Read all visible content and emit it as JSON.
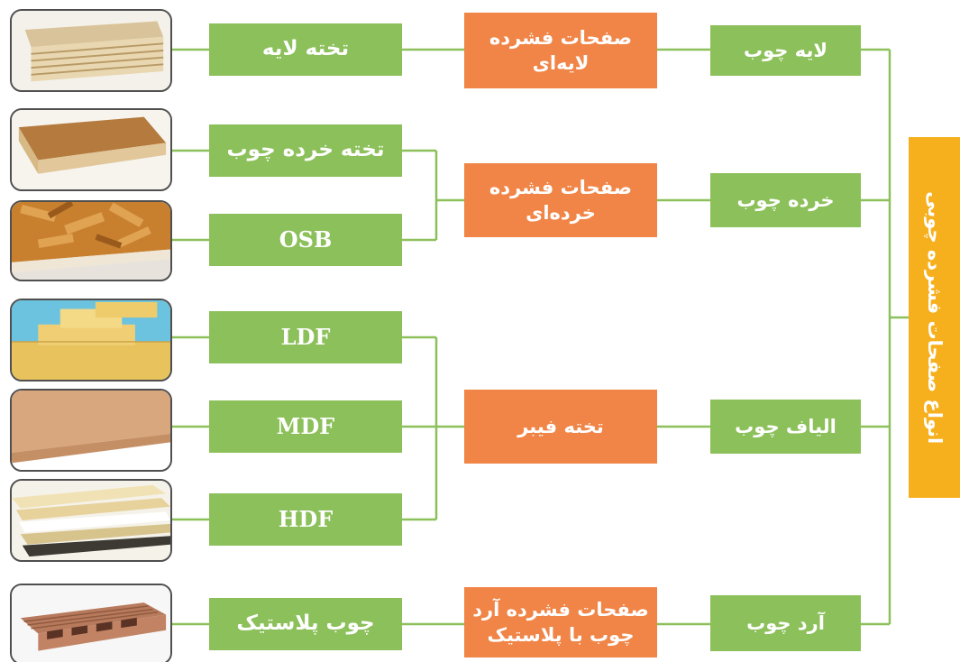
{
  "title": "انواع صفحات فشرده چوبی",
  "sources": {
    "veneer": "لایه چوب",
    "chips": "خرده چوب",
    "fibers": "الیاف چوب",
    "flour": "آرد چوب"
  },
  "categories": {
    "layered": [
      "صفحات فشرده",
      "لایه‌ای"
    ],
    "chipboard": [
      "صفحات فشرده",
      "خرده‌ای"
    ],
    "fiberboard": "تخته فیبر",
    "wpc": [
      "صفحات فشرده آرد",
      "چوب با پلاستیک"
    ]
  },
  "products": {
    "plywood": "تخته لایه",
    "particleboard": "تخته خرده چوب",
    "osb": "OSB",
    "ldf": "LDF",
    "mdf": "MDF",
    "hdf": "HDF",
    "wpc": "چوب پلاستیک"
  },
  "colors": {
    "green": "#8cc05a",
    "orange": "#f08547",
    "yellow": "#f6b01e",
    "line": "#8cc05a"
  },
  "images": [
    {
      "name": "plywood-photo",
      "depicts": "layered plywood sheet"
    },
    {
      "name": "particleboard-photo",
      "depicts": "particleboard sheet"
    },
    {
      "name": "osb-photo",
      "depicts": "oriented strand board"
    },
    {
      "name": "ldf-photo",
      "depicts": "low density fiberboard"
    },
    {
      "name": "mdf-photo",
      "depicts": "medium density fiberboard"
    },
    {
      "name": "hdf-photo",
      "depicts": "stack of high density fiberboards"
    },
    {
      "name": "wpc-photo",
      "depicts": "hollow wood plastic composite deck board"
    }
  ]
}
